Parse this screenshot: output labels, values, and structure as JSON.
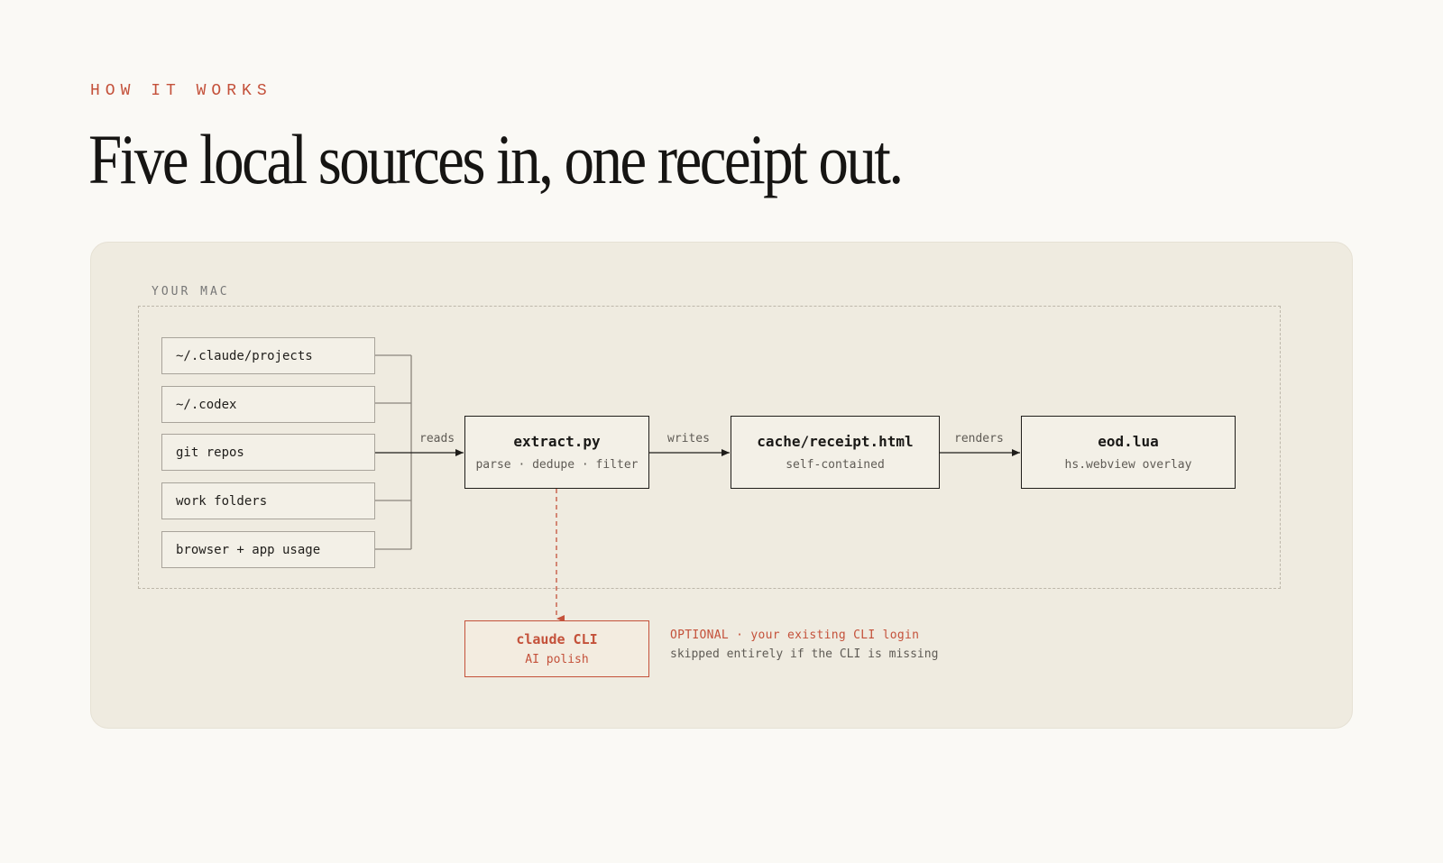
{
  "header": {
    "eyebrow": "HOW IT WORKS",
    "title": "Five local sources in, one receipt out."
  },
  "diagram": {
    "region_label": "YOUR MAC",
    "sources": [
      "~/.claude/projects",
      "~/.codex",
      "git repos",
      "work folders",
      "browser + app usage"
    ],
    "edges": {
      "reads": "reads",
      "writes": "writes",
      "renders": "renders"
    },
    "nodes": {
      "extract": {
        "title": "extract.py",
        "subtitle": "parse · dedupe · filter"
      },
      "cache": {
        "title": "cache/receipt.html",
        "subtitle": "self-contained"
      },
      "eod": {
        "title": "eod.lua",
        "subtitle": "hs.webview overlay"
      }
    },
    "optional": {
      "title": "claude CLI",
      "subtitle": "AI polish",
      "note": "OPTIONAL · your existing CLI login",
      "note_sub": "skipped entirely if the CLI is missing"
    }
  },
  "colors": {
    "accent": "#c4513a",
    "background": "#faf9f5",
    "panel": "#efebe0",
    "ink": "#1f1d1a"
  }
}
